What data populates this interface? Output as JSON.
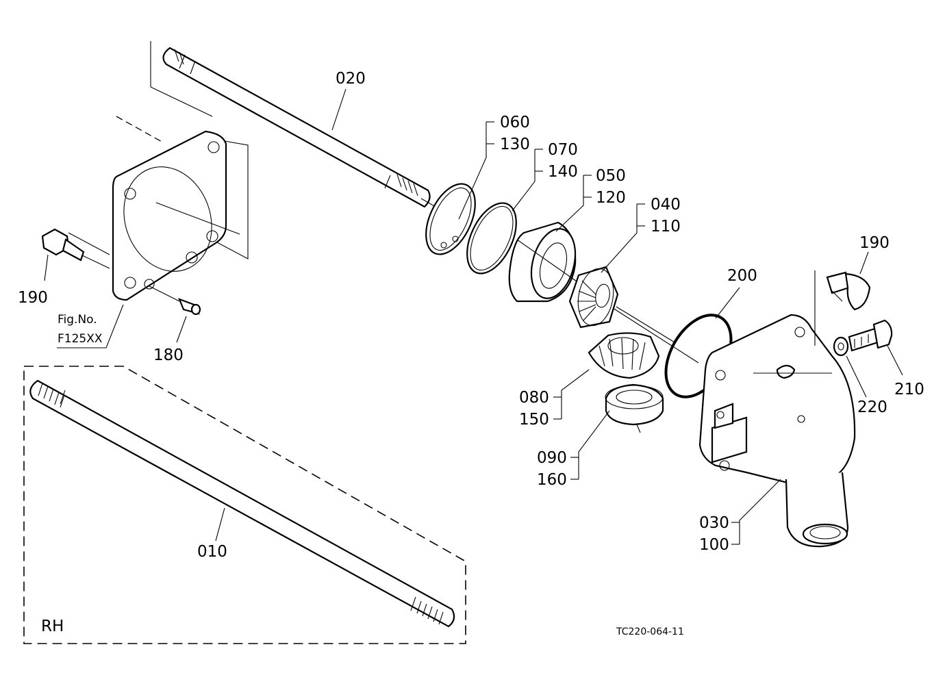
{
  "diagram": {
    "figure_code": "TC220-064-11",
    "group_label": "RH",
    "fig_ref": {
      "line1": "Fig.No.",
      "line2": "F125XX"
    },
    "labels": {
      "p020": "020",
      "p060": "060",
      "p130": "130",
      "p070": "070",
      "p140": "140",
      "p050": "050",
      "p120": "120",
      "p040": "040",
      "p110": "110",
      "p190_left": "190",
      "p190_right": "190",
      "p200": "200",
      "p180": "180",
      "p080": "080",
      "p150": "150",
      "p090": "090",
      "p160": "160",
      "p220": "220",
      "p210": "210",
      "p030": "030",
      "p100": "100",
      "p010": "010"
    }
  }
}
